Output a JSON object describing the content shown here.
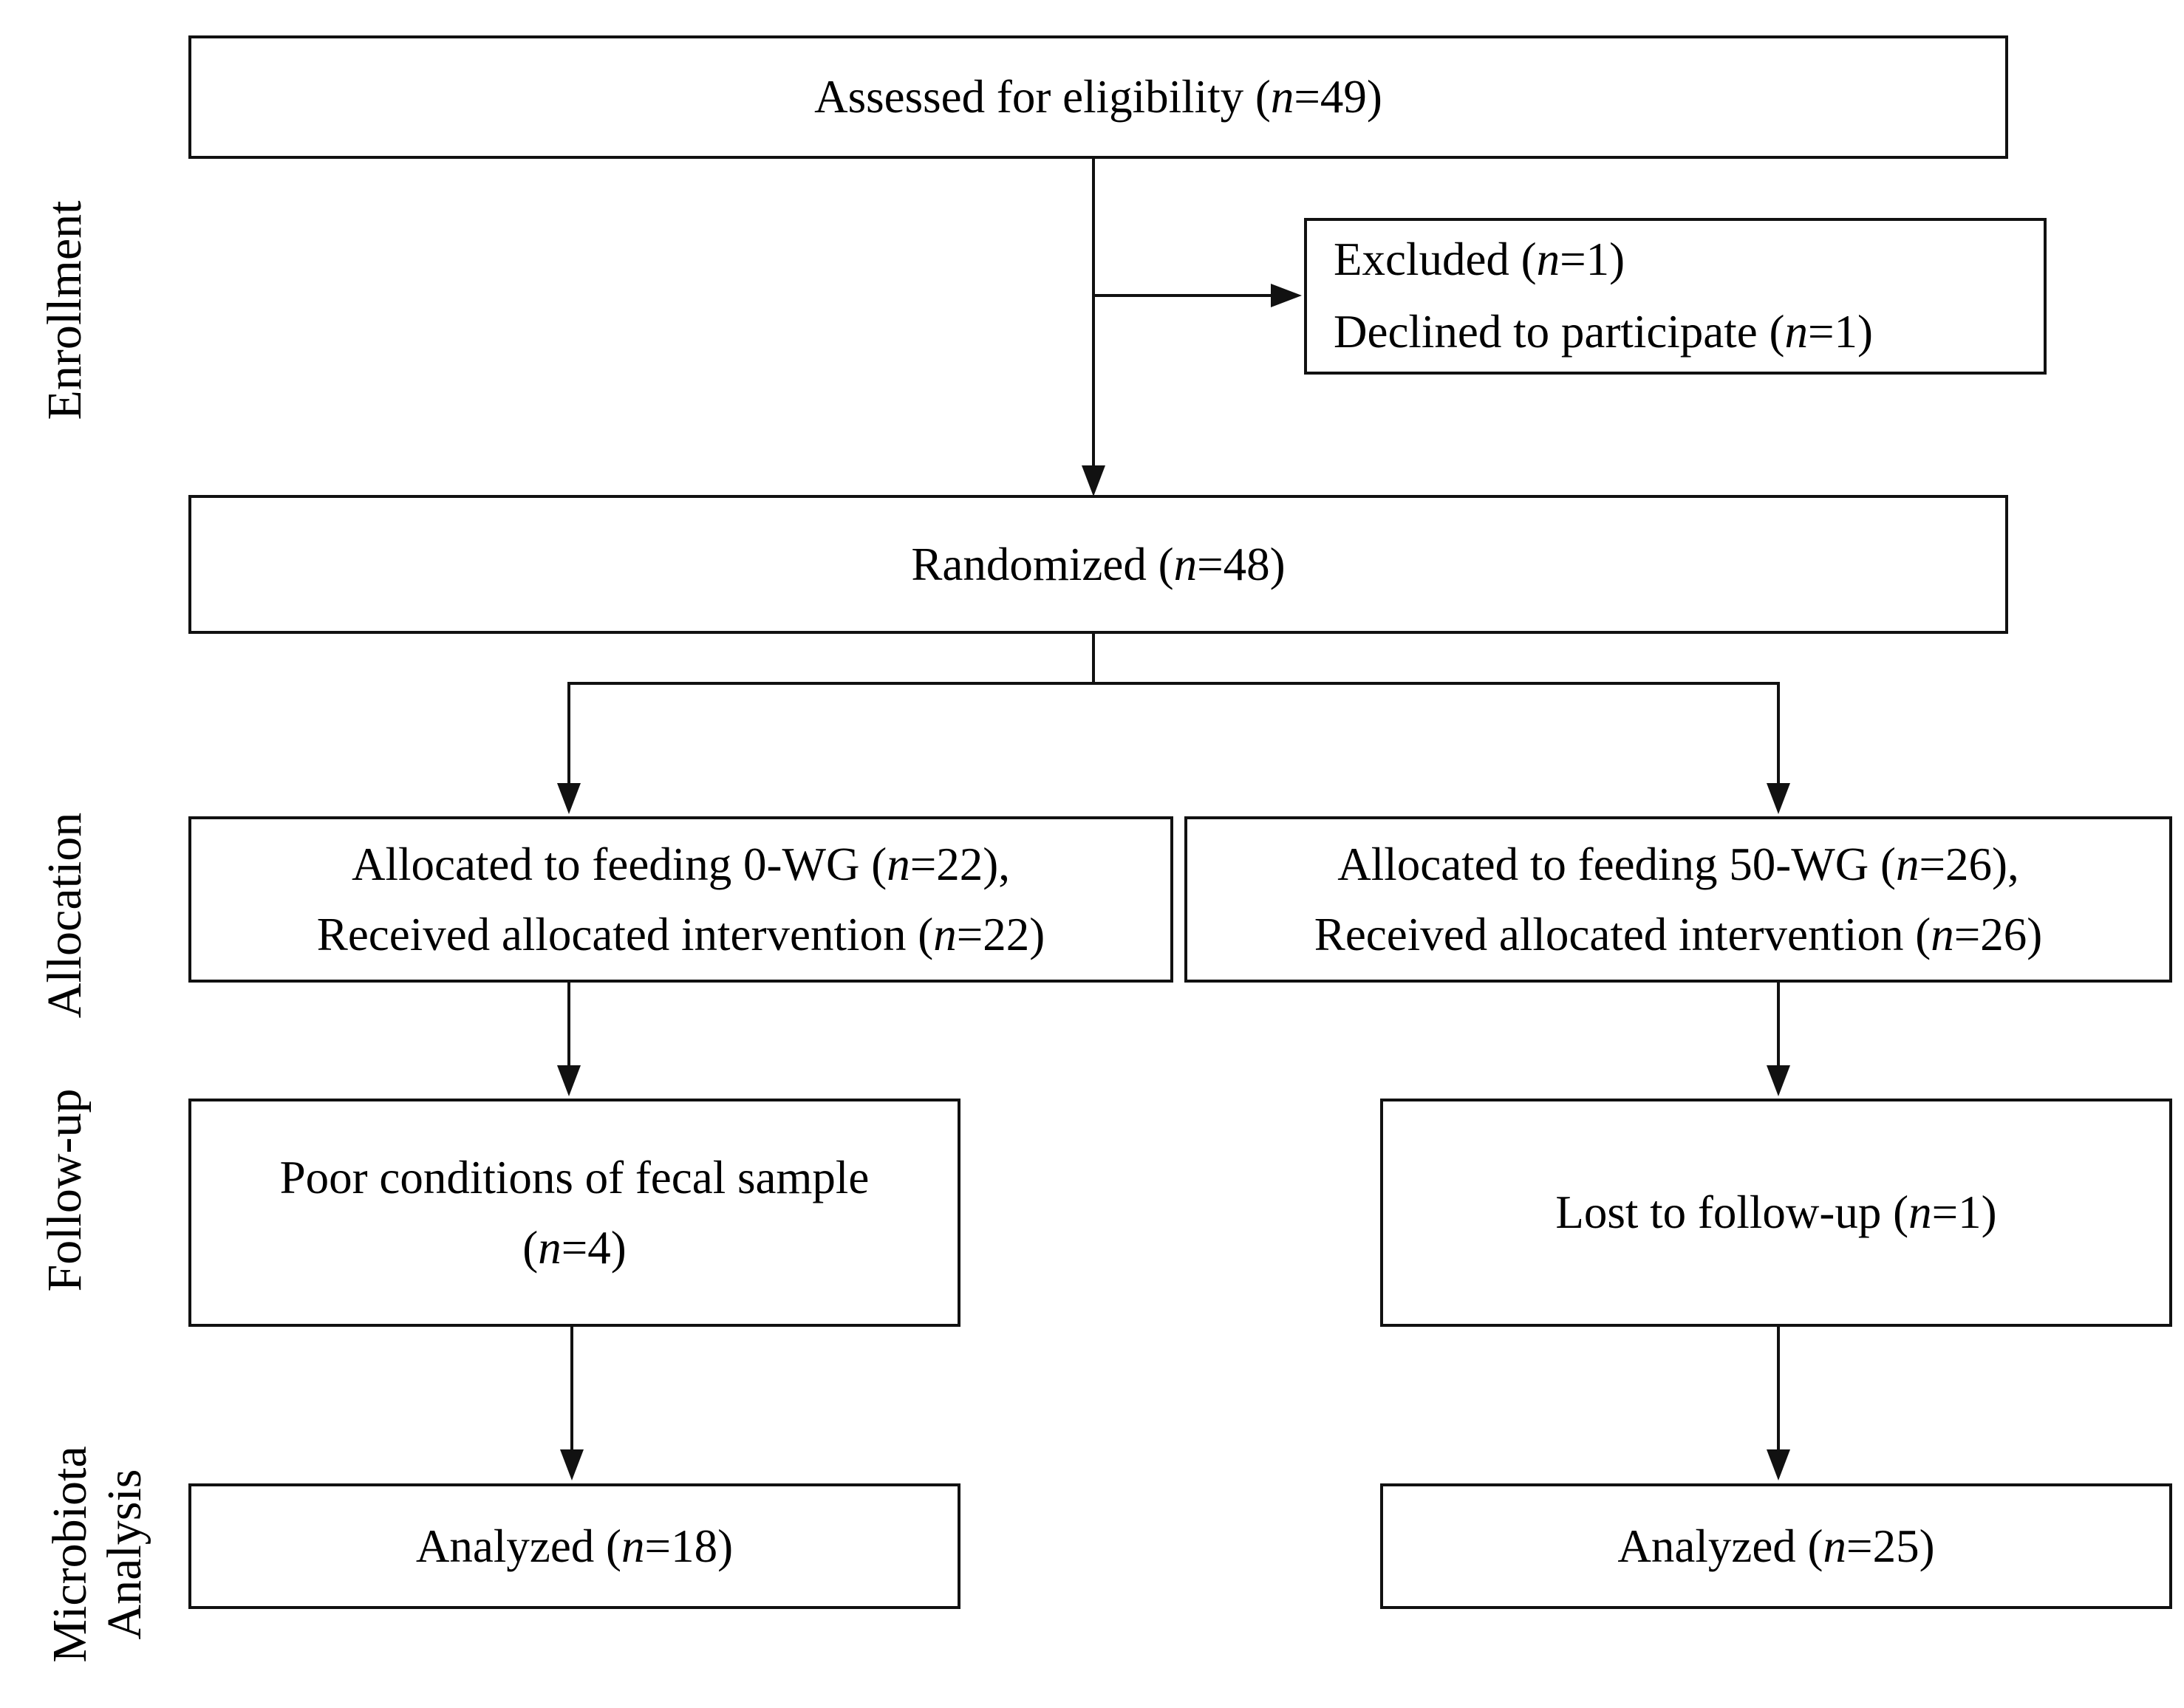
{
  "figure": {
    "type": "consort-flow-diagram",
    "colors": {
      "line": "#111111",
      "text": "#000000",
      "background": "#ffffff"
    },
    "stages": {
      "enrollment": "Enrollment",
      "allocation": "Allocation",
      "followup": "Follow-up",
      "microbiota_line1": "Microbiota",
      "microbiota_line2": "Analysis"
    },
    "boxes": {
      "assessed": {
        "text": "Assessed for eligibility (n=49)"
      },
      "excluded": {
        "line1": "Excluded (n=1)",
        "line2": "Declined to participate (n=1)"
      },
      "randomized": {
        "text": "Randomized (n=48)"
      },
      "allocated_0wg": {
        "line1": "Allocated to feeding 0-WG (n=22),",
        "line2": "Received allocated intervention (n=22)"
      },
      "allocated_50wg": {
        "line1": "Allocated to feeding 50-WG (n=26),",
        "line2": "Received allocated intervention (n=26)"
      },
      "followup_0wg": {
        "line1": "Poor conditions of fecal sample",
        "line2": "(n=4)"
      },
      "followup_50wg": {
        "text": "Lost to follow-up (n=1)"
      },
      "analyzed_0wg": {
        "text": "Analyzed (n=18)"
      },
      "analyzed_50wg": {
        "text": "Analyzed (n=25)"
      }
    }
  }
}
